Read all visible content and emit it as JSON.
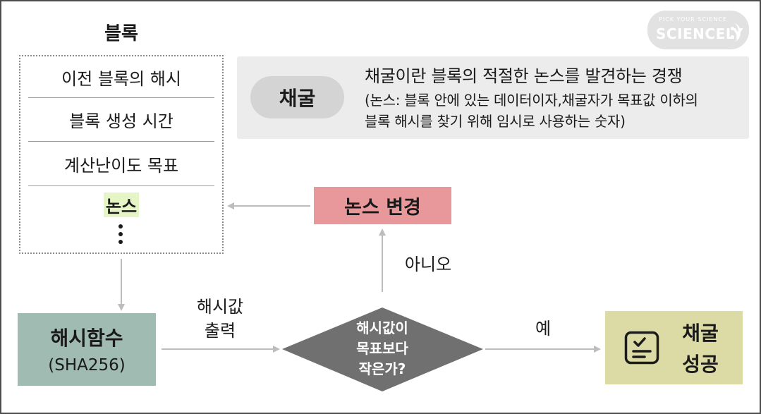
{
  "block": {
    "title": "블록",
    "fields": [
      "이전 블록의 해시",
      "블록 생성 시간",
      "계산난이도 목표",
      "논스"
    ]
  },
  "mining_definition": {
    "label": "채굴",
    "lines": [
      "채굴이란 블록의 적절한 논스를 발견하는 경쟁",
      "(논스: 블록 안에 있는 데이터이자,채굴자가 목표값 이하의",
      "블록 해시를 찾기 위해 임시로 사용하는 숫자)"
    ]
  },
  "nonce_change": {
    "label": "논스 변경"
  },
  "hash_function": {
    "title": "해시함수",
    "subtitle": "(SHA256)"
  },
  "hash_output": {
    "lines": [
      "해시값",
      "출력"
    ]
  },
  "decision": {
    "lines": [
      "해시값이",
      "목표보다",
      "작은가?"
    ],
    "no_label": "아니오",
    "yes_label": "예"
  },
  "mining_success": {
    "lines": [
      "채굴",
      "성공"
    ],
    "icon": "checklist-icon"
  },
  "logo": {
    "tagline": "PICK YOUR SCIENCE",
    "name": "SCIENCELY"
  },
  "colors": {
    "nonce_highlight": "#e6f5c6",
    "panel_bg": "#ececec",
    "pill_bg": "#d4d4d4",
    "nonce_change_bg": "#e8979a",
    "hash_function_bg": "#a0bbb2",
    "decision_fill": "#707070",
    "decision_text": "#ffffff",
    "success_bg": "#dcdba5",
    "arrow": "#bdbdbd",
    "logo_bg": "#e2e2e2"
  }
}
